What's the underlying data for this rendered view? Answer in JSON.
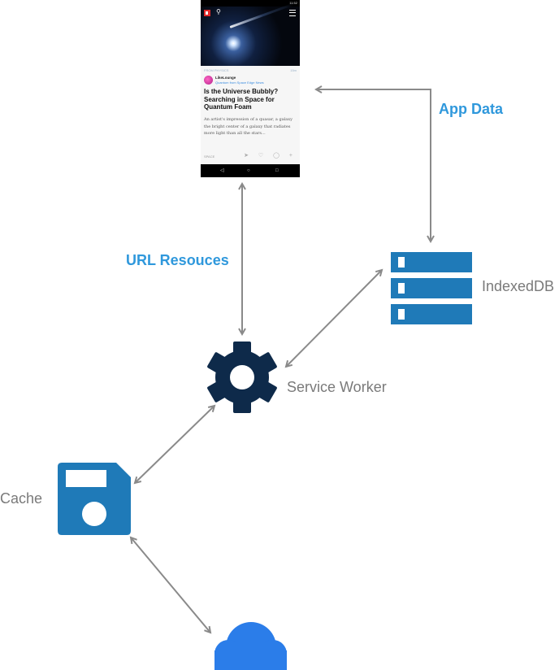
{
  "phone": {
    "status_time": "11:52",
    "section_tag": "FROM PHYSICS",
    "post_time": "15m",
    "author": "LikeLounge",
    "byline": "Quantum from Space Edge News",
    "headline": "Is the Universe Bubbly? Searching in Space for Quantum Foam",
    "excerpt": "An artist's impression of a quasar, a galaxy the bright center of a galaxy that radiates more light than all the stars...",
    "topic_tag": "SPACE",
    "actions": "➤ ♡ ◯ +",
    "nav": {
      "back": "◁",
      "home": "○",
      "recents": "□"
    }
  },
  "labels": {
    "app_data": "App Data",
    "url_resources": "URL Resouces",
    "indexeddb": "IndexedDB",
    "service_worker": "Service Worker",
    "cache": "Cache"
  },
  "colors": {
    "accent": "#2f98dc",
    "db_blue": "#1f7ab8",
    "gear_navy": "#0e2a4a",
    "cloud_blue": "#2b7de9",
    "arrow_gray": "#8a8a8a",
    "label_gray": "#7a7a7a"
  }
}
